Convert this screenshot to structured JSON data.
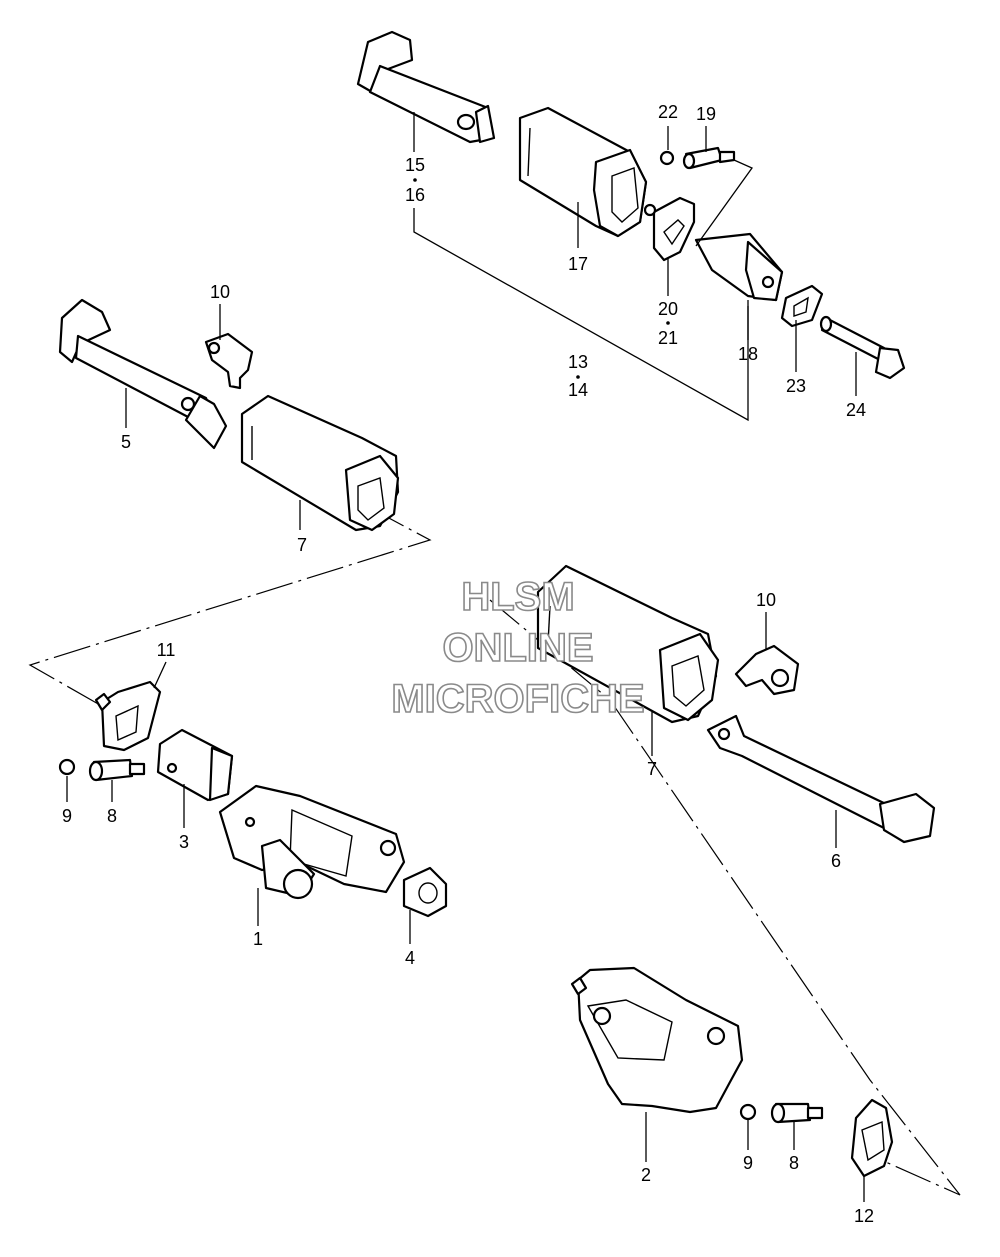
{
  "watermark": {
    "line1": "HLSM",
    "line2": "ONLINE",
    "line3": "MICROFICHE"
  },
  "callouts": {
    "c1": "1",
    "c2": "2",
    "c3": "3",
    "c4": "4",
    "c5": "5",
    "c6": "6",
    "c7a": "7",
    "c7b": "7",
    "c8a": "8",
    "c8b": "8",
    "c9a": "9",
    "c9b": "9",
    "c10a": "10",
    "c10b": "10",
    "c11": "11",
    "c12": "12",
    "c13": "13",
    "c14": "14",
    "c15": "15",
    "c16": "16",
    "c17": "17",
    "c18": "18",
    "c19": "19",
    "c20": "20",
    "c21": "21",
    "c22": "22",
    "c23": "23",
    "c24": "24"
  }
}
